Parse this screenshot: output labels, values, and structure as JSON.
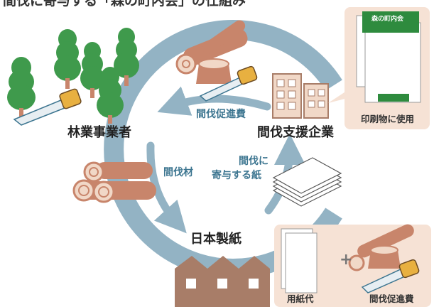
{
  "title": "間伐に寄与する「森の町内会」の仕組み",
  "nodes": {
    "forestry": "林業事業者",
    "supporter": "間伐支援企業",
    "paper_maker": "日本製紙"
  },
  "flows": {
    "promotion_fee": "間伐促進費",
    "thinned_wood": "間伐材",
    "paper_line1": "間伐に",
    "paper_line2": "寄与する紙"
  },
  "print_box": {
    "label": "印刷物に使用",
    "logo_text": "森の町内会"
  },
  "cost_box": {
    "paper_cost": "用紙代",
    "plus": "+",
    "promotion_fee": "間伐促進費"
  },
  "colors": {
    "cycle_ring": "#93b3c4",
    "flow_text": "#3c7590",
    "tree_green": "#3f9a4c",
    "wood": "#c8856b",
    "box_bg": "#f6e2d5",
    "logo_green": "#2e8b3e"
  }
}
